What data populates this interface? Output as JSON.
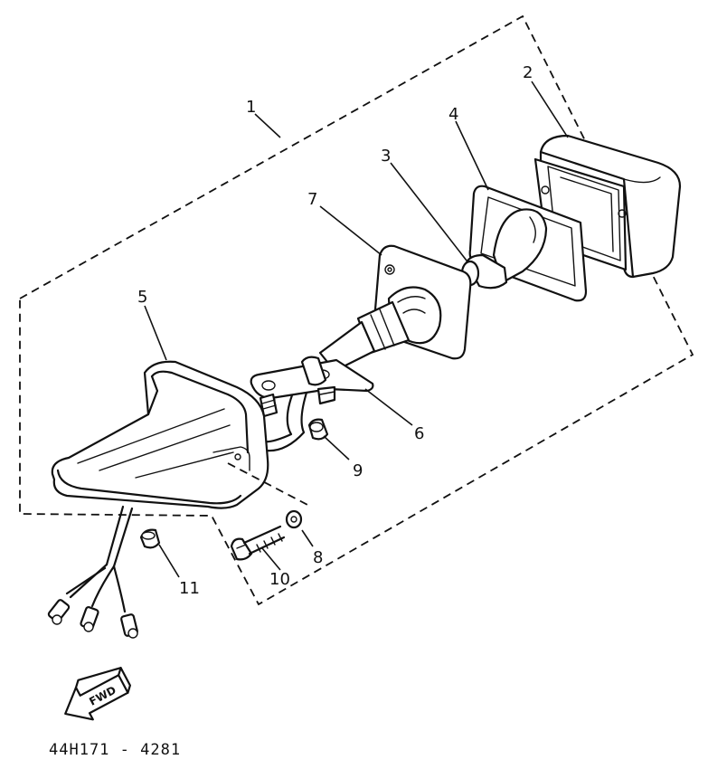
{
  "diagram": {
    "callouts": [
      "1",
      "2",
      "3",
      "4",
      "5",
      "6",
      "7",
      "8",
      "9",
      "10",
      "11"
    ],
    "arrow_label": "FWD",
    "part_code": "44H171 - 4281"
  }
}
